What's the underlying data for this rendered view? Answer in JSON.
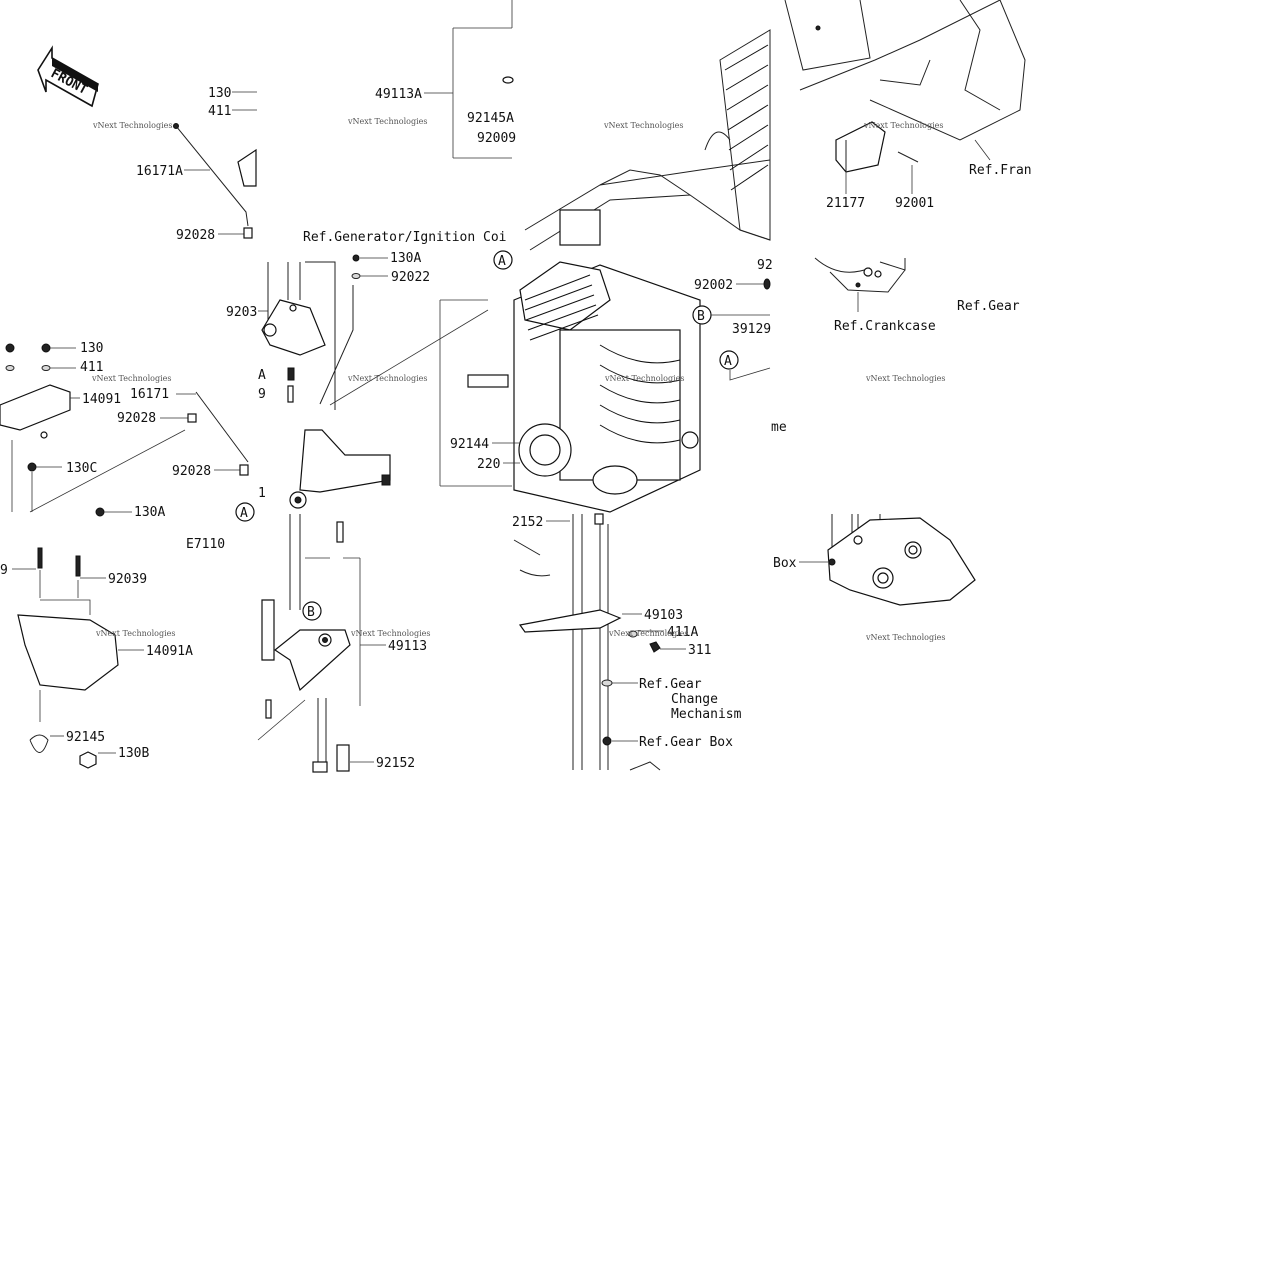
{
  "diagram": {
    "labels": {
      "front": "FRONT",
      "p130_top": "130",
      "p411_top": "411",
      "p16171A": "16171A",
      "p92028_top": "92028",
      "p49113A": "49113A",
      "p92145A": "92145A",
      "p92009": "92009",
      "ref_generator": "Ref.Generator/Ignition Coi",
      "p21177": "21177",
      "p92001": "92001",
      "ref_frame": "Ref.Fran",
      "p130A_mid": "130A",
      "p92022": "92022",
      "p9203": "9203",
      "p92002": "92002",
      "p92_cut": "92",
      "ref_crankcase": "Ref.Crankcase",
      "ref_gear_right": "Ref.Gear",
      "p39129": "39129",
      "p130_left": "130",
      "p411_left": "411",
      "p14091": "14091",
      "p16171": "16171",
      "p92028_left": "92028",
      "p92028_lower": "92028",
      "p130C": "130C",
      "p130A_left": "130A",
      "p92144": "92144",
      "p220": "220",
      "ref_frame_cut": "me",
      "p92152_cut": "2152",
      "e7110": "E7110",
      "p9_cut": "9",
      "p92039": "92039",
      "p14091A": "14091A",
      "p92145": "92145",
      "p130B": "130B",
      "p49113": "49113",
      "p92152": "92152",
      "p49103": "49103",
      "p411A": "411A",
      "p311": "311",
      "ref_gear_change_1": "Ref.Gear",
      "ref_gear_change_2": "Change",
      "ref_gear_change_3": "Mechanism",
      "ref_gear_box": "Ref.Gear Box",
      "box_cut": "Box",
      "p_A_cut": "A",
      "p_9_lower": "9",
      "p_1_cut": "1",
      "callout_A": "A",
      "callout_B": "B"
    },
    "watermark": "vNext Technologies"
  }
}
